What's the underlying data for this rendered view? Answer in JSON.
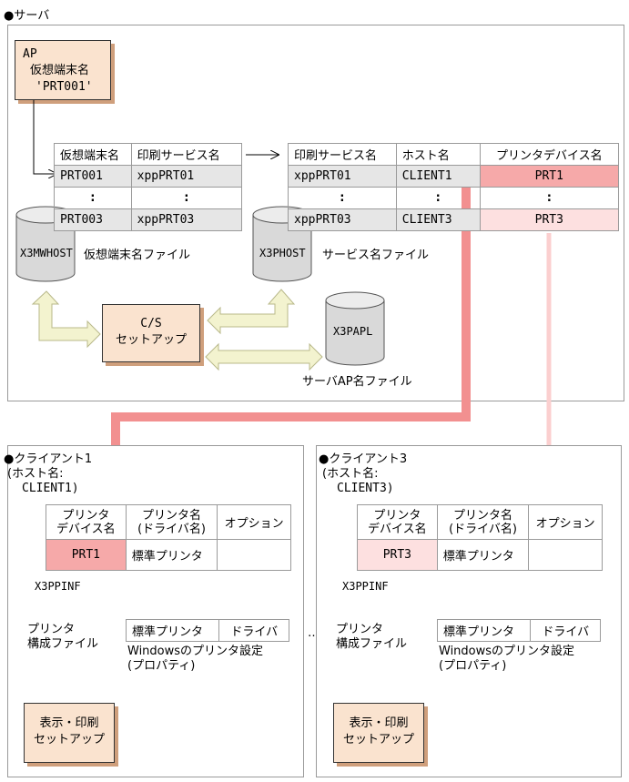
{
  "server": {
    "title": "●サーバ",
    "ap_box": {
      "line1": "AP",
      "line2": "仮想端末名",
      "line3": "'PRT001'"
    },
    "vt_table": {
      "headers": [
        "仮想端末名",
        "印刷サービス名"
      ],
      "row1": [
        "PRT001",
        "xppPRT01"
      ],
      "dots": ":",
      "row2": [
        "PRT003",
        "xppPRT03"
      ]
    },
    "svc_table": {
      "headers": [
        "印刷サービス名",
        "ホスト名",
        "プリンタデバイス名"
      ],
      "row1": [
        "xppPRT01",
        "CLIENT1",
        "PRT1"
      ],
      "dots": ":",
      "row2": [
        "xppPRT03",
        "CLIENT3",
        "PRT3"
      ]
    },
    "db_mwhost": "X3MWHOST",
    "db_mwhost_label": "仮想端末名ファイル",
    "db_phost": "X3PHOST",
    "db_phost_label": "サービス名ファイル",
    "cs_setup": {
      "line1": "C/S",
      "line2": "セットアップ"
    },
    "db_papl": "X3PAPL",
    "db_papl_label": "サーバAP名ファイル"
  },
  "clients": [
    {
      "title": "●クライアント1",
      "host_line1": "(ホスト名:",
      "host_line2": "CLIENT1)",
      "table": {
        "h1a": "プリンタ",
        "h1b": "デバイス名",
        "h2a": "プリンタ名",
        "h2b": "(ドライバ名)",
        "h3": "オプション",
        "device": "PRT1",
        "printer": "標準プリンタ",
        "option": ""
      },
      "db": "X3PPINF",
      "db_label1": "プリンタ",
      "db_label2": "構成ファイル",
      "win": {
        "printer": "標準プリンタ",
        "driver": "ドライバ",
        "caption1": "Windowsのプリンタ設定",
        "caption2": "(プロパティ)"
      },
      "setup": {
        "line1": "表示・印刷",
        "line2": "セットアップ"
      }
    },
    {
      "title": "●クライアント3",
      "host_line1": "(ホスト名:",
      "host_line2": "CLIENT3)",
      "table": {
        "h1a": "プリンタ",
        "h1b": "デバイス名",
        "h2a": "プリンタ名",
        "h2b": "(ドライバ名)",
        "h3": "オプション",
        "device": "PRT3",
        "printer": "標準プリンタ",
        "option": ""
      },
      "db": "X3PPINF",
      "db_label1": "プリンタ",
      "db_label2": "構成ファイル",
      "win": {
        "printer": "標準プリンタ",
        "driver": "ドライバ",
        "caption1": "Windowsのプリンタ設定",
        "caption2": "(プロパティ)"
      },
      "setup": {
        "line1": "表示・印刷",
        "line2": "セットアップ"
      }
    }
  ],
  "ellipsis": "…",
  "colors": {
    "box_fill": "#fae3cf",
    "box_shadow": "#cf9f7c",
    "prt1_fill": "#f6a9a9",
    "prt1_arrow": "#f29090",
    "prt3_fill": "#fde0e0",
    "prt3_arrow": "#fbcfcf",
    "link_arrow_fill": "#f3f3cf",
    "link_arrow_stroke": "#b8b88a",
    "cyl_fill": "#d9d9d9"
  }
}
